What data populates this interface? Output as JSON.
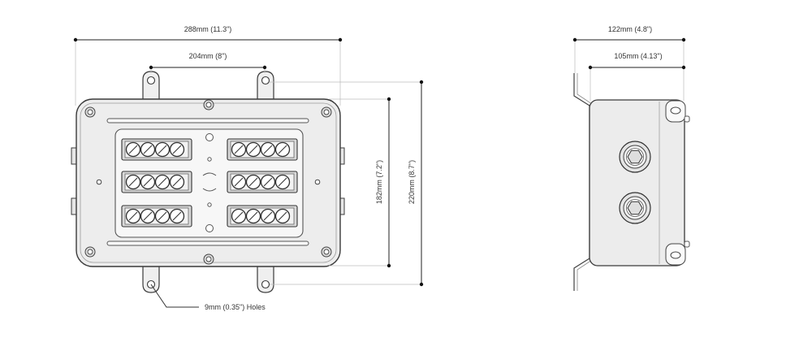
{
  "front_view": {
    "overall_width": "288mm (11.3\")",
    "mount_hole_spacing": "204mm (8\")",
    "body_height": "182mm (7.2\")",
    "overall_height": "220mm (8.7\")",
    "hole_callout": "9mm (0.35\") Holes"
  },
  "side_view": {
    "overall_depth": "122mm (4.8\")",
    "body_depth": "105mm (4.13\")"
  },
  "colors": {
    "stroke": "#3a3a3a",
    "body_fill": "#eeeeee",
    "panel_fill": "#f7f7f7",
    "dimension": "#222222"
  }
}
